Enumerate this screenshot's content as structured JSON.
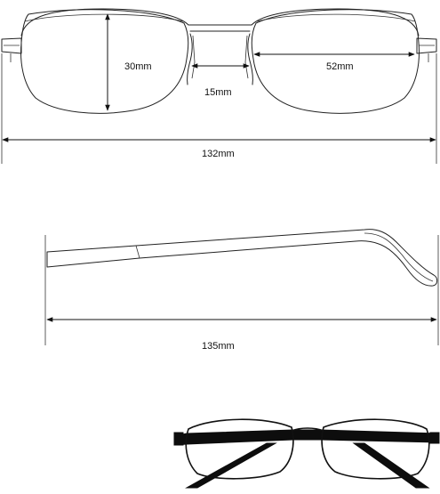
{
  "dimensions": {
    "lens_height": "30mm",
    "lens_width": "52mm",
    "bridge_width": "15mm",
    "frame_width": "132mm",
    "temple_length": "135mm"
  },
  "colors": {
    "line": "#222222",
    "frame_fill": "#0d0d0d",
    "background": "#ffffff"
  }
}
